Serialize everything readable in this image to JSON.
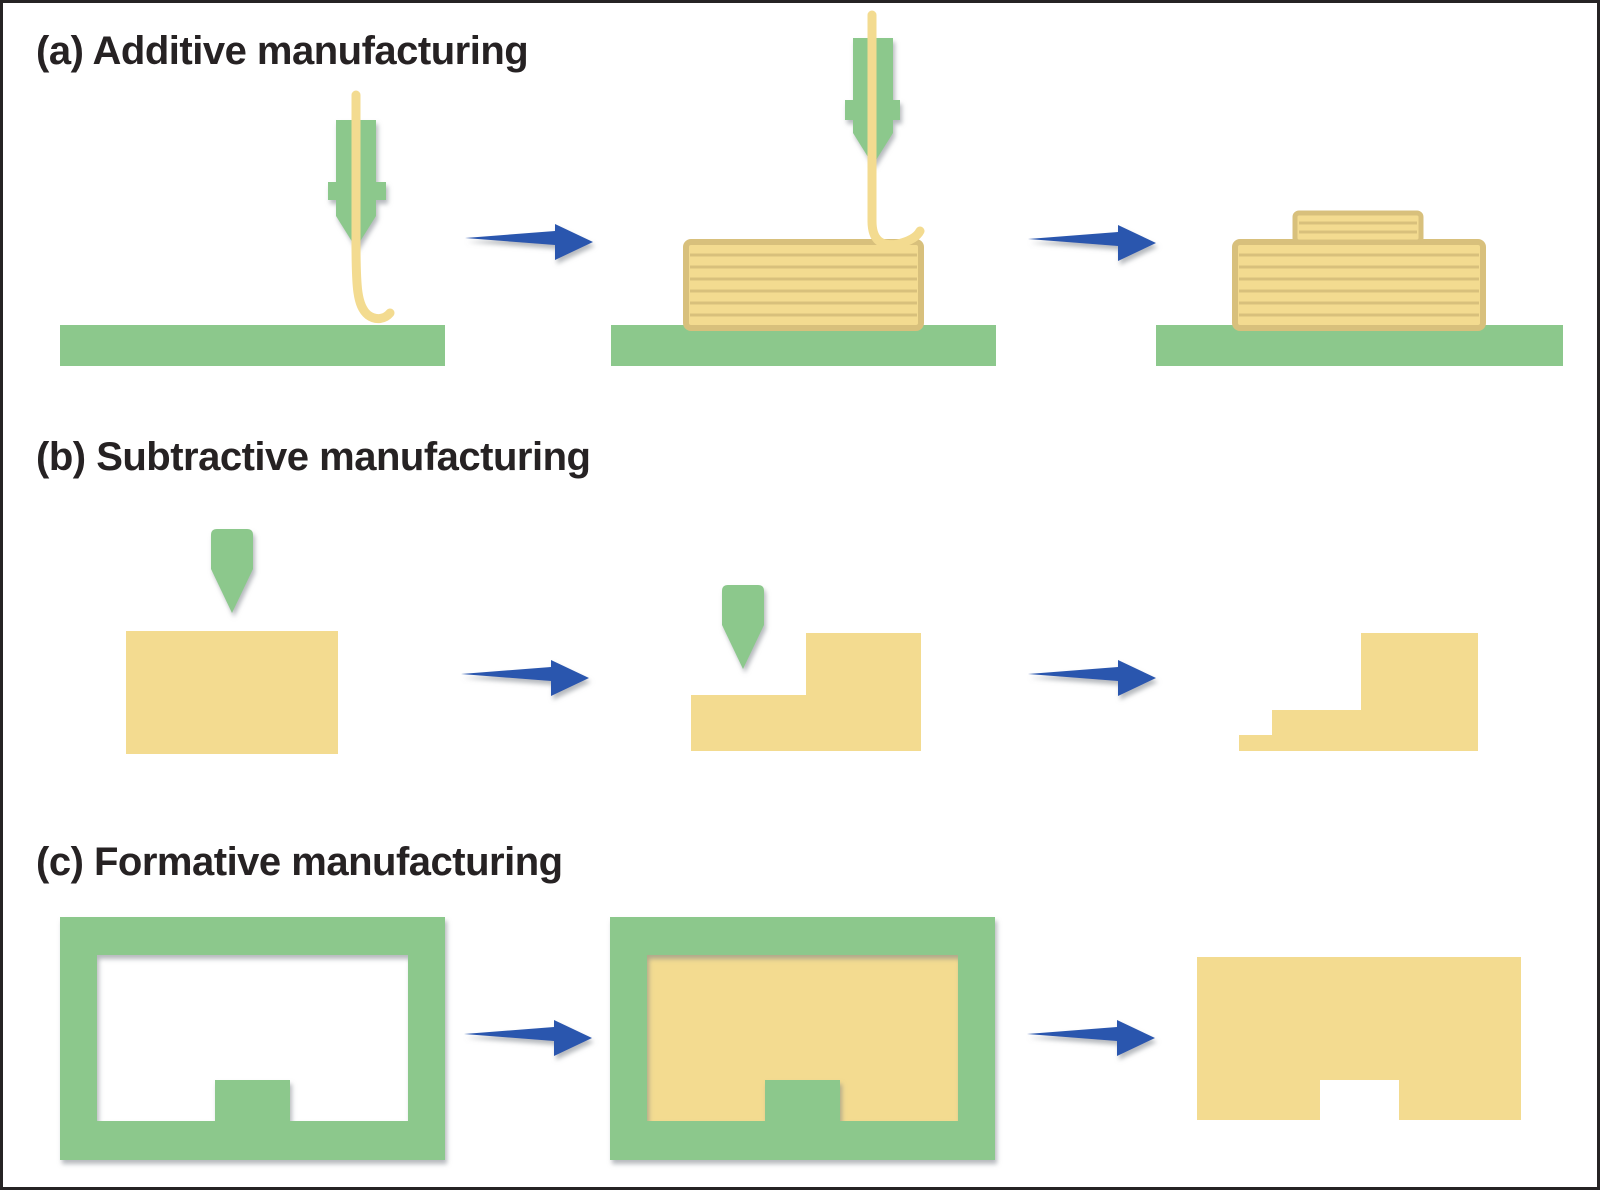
{
  "diagram": {
    "background": "#FFFFFF",
    "border_color": "#262324",
    "rows": [
      {
        "id": "additive",
        "label": "a",
        "title": "(a) Additive manufacturing",
        "stages": [
          "nozzle-extruding-filament-onto-platform",
          "nozzle-depositing-layers-on-part",
          "finished-layered-part-on-platform"
        ]
      },
      {
        "id": "subtractive",
        "label": "b",
        "title": "(b) Subtractive manufacturing",
        "stages": [
          "cutting-tool-above-stock-block",
          "cutting-tool-milling-step",
          "finished-stepped-part"
        ]
      },
      {
        "id": "formative",
        "label": "c",
        "title": "(c) Formative manufacturing",
        "stages": [
          "empty-mold",
          "mold-filled-with-material",
          "demolded-part"
        ]
      }
    ],
    "icons": {
      "arrow": "right-arrow-icon",
      "nozzle": "printer-nozzle-icon",
      "tool": "milling-tool-icon"
    },
    "palette": {
      "green": "#8CC88C",
      "yellow": "#F3DB90",
      "tan": "#D8C07C",
      "blue": "#2B57AE",
      "ink": "#262223",
      "border": "#262324",
      "bg": "#FFFFFF"
    }
  }
}
